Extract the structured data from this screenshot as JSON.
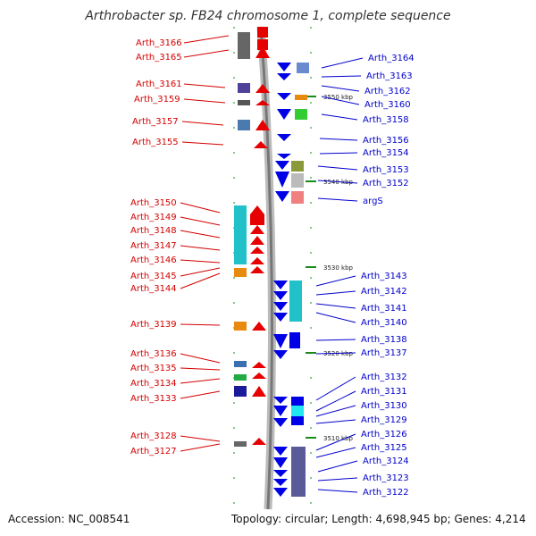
{
  "title": "Arthrobacter sp. FB24 chromosome 1, complete sequence",
  "footer": {
    "accession": "Accession: NC_008541",
    "summary": "Topology: circular; Length: 4,698,945 bp; Genes: 4,214"
  },
  "scale_labels": [
    "3550 kbp",
    "3540 kbp",
    "3530 kbp",
    "3520 kbp",
    "3510 kbp"
  ],
  "left_genes": [
    "Arth_3166",
    "Arth_3165",
    "Arth_3161",
    "Arth_3159",
    "Arth_3157",
    "Arth_3155",
    "Arth_3150",
    "Arth_3149",
    "Arth_3148",
    "Arth_3147",
    "Arth_3146",
    "Arth_3145",
    "Arth_3144",
    "Arth_3139",
    "Arth_3136",
    "Arth_3135",
    "Arth_3134",
    "Arth_3133",
    "Arth_3128",
    "Arth_3127"
  ],
  "right_genes": [
    "Arth_3164",
    "Arth_3163",
    "Arth_3162",
    "Arth_3160",
    "Arth_3158",
    "Arth_3156",
    "Arth_3154",
    "Arth_3153",
    "Arth_3152",
    "argS",
    "Arth_3143",
    "Arth_3142",
    "Arth_3141",
    "Arth_3140",
    "Arth_3138",
    "Arth_3137",
    "Arth_3132",
    "Arth_3131",
    "Arth_3130",
    "Arth_3129",
    "Arth_3126",
    "Arth_3125",
    "Arth_3124",
    "Arth_3123",
    "Arth_3122"
  ],
  "colors": {
    "forward_strand": "#e60000",
    "reverse_strand": "#0000e6",
    "backbone": "#888888",
    "left_label": "#d40000",
    "right_label": "#0000cc",
    "tick": "#1a8a1a"
  }
}
